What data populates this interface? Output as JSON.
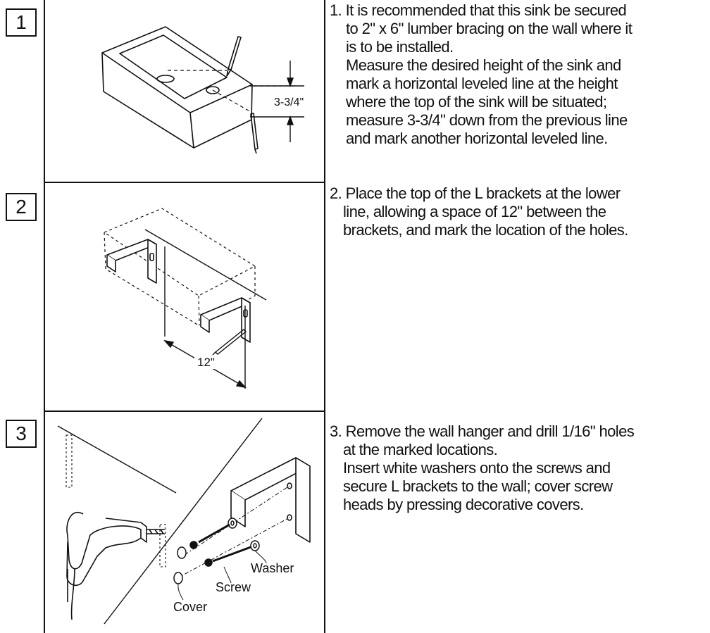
{
  "steps": [
    {
      "number": "1",
      "lines": [
        "1.  It is recommended that this sink be secured",
        "to 2\" x 6\" lumber bracing on the wall where it",
        "is to be installed.",
        "Measure the desired height of the sink and",
        "mark a horizontal leveled line at the height",
        "where the top of the sink will be situated;",
        "measure 3-3/4\" down from the previous line",
        "and mark another horizontal leveled line."
      ],
      "dimension_label": "3-3/4\""
    },
    {
      "number": "2",
      "lines": [
        "2. Place the top of the L brackets at the lower",
        "line, allowing a space of 12\" between the",
        "brackets, and mark the location of the holes."
      ],
      "dimension_label": "12\""
    },
    {
      "number": "3",
      "lines": [
        "3. Remove the wall hanger and drill 1/16\" holes",
        "at the marked locations.",
        "Insert white washers onto the screws and",
        "secure L brackets to the wall; cover screw",
        "heads by pressing decorative covers."
      ],
      "labels": {
        "washer": "Washer",
        "screw": "Screw",
        "cover": "Cover"
      }
    }
  ]
}
